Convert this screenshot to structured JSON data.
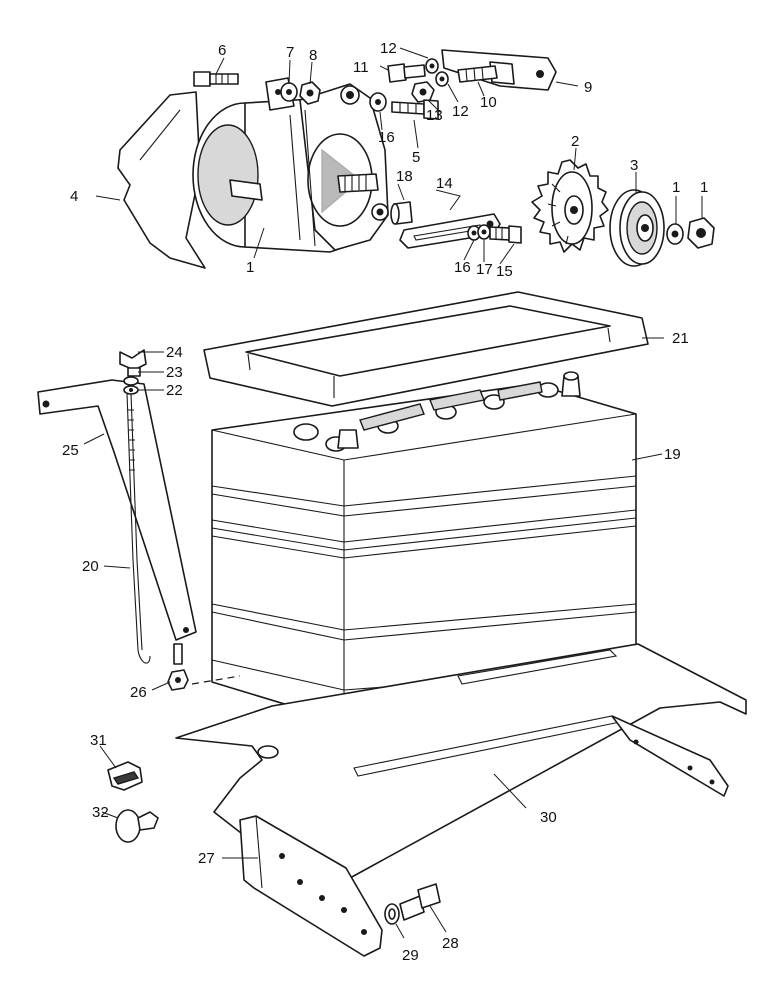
{
  "callouts": {
    "c1a": "1",
    "c1b": "1",
    "c1c": "1",
    "c2": "2",
    "c3": "3",
    "c4": "4",
    "c5": "5",
    "c6": "6",
    "c7": "7",
    "c8": "8",
    "c9": "9",
    "c10": "10",
    "c11": "11",
    "c12a": "12",
    "c12b": "12",
    "c13": "13",
    "c14": "14",
    "c15": "15",
    "c16a": "16",
    "c16b": "16",
    "c17": "17",
    "c18": "18",
    "c19": "19",
    "c20": "20",
    "c21": "21",
    "c22": "22",
    "c23": "23",
    "c24": "24",
    "c25": "25",
    "c26": "26",
    "c27": "27",
    "c28": "28",
    "c29": "29",
    "c30": "30",
    "c31": "31",
    "c32": "32"
  }
}
